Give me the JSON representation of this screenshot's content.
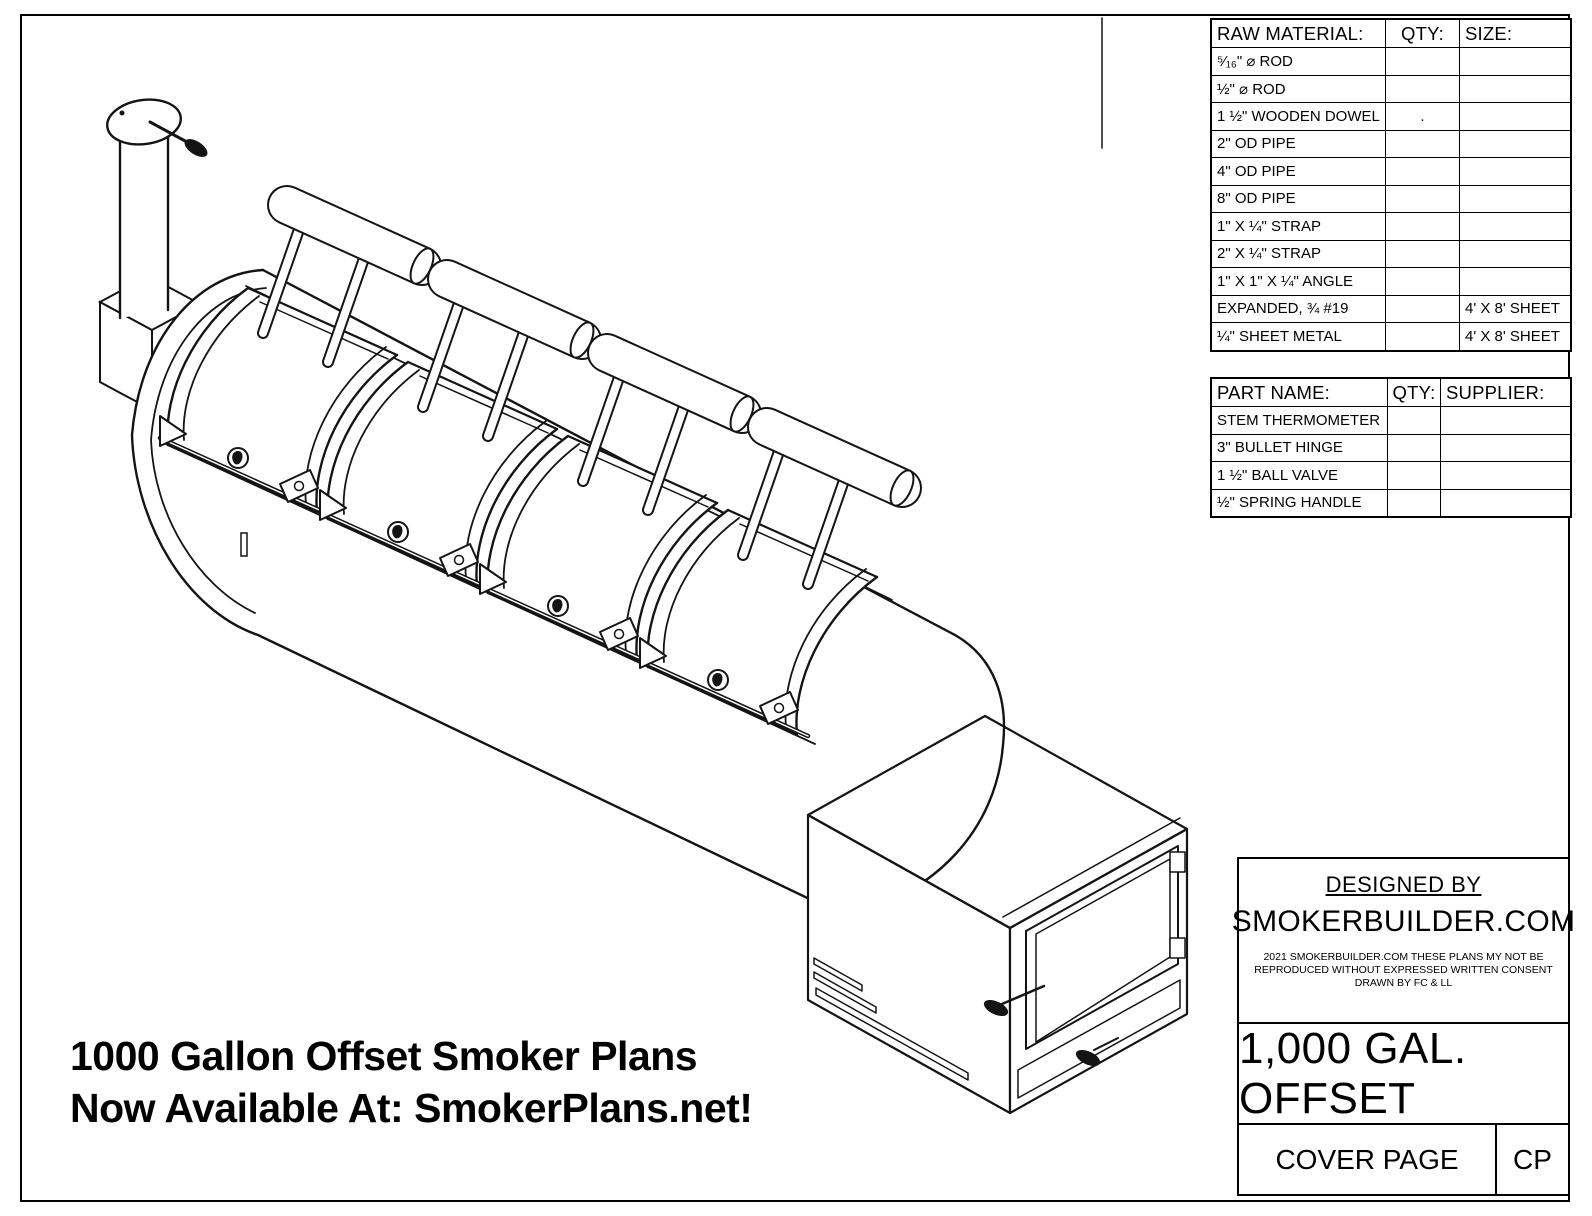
{
  "colors": {
    "line": "#141414",
    "background": "#ffffff"
  },
  "banner": {
    "line1": "1000 Gallon Offset Smoker Plans",
    "line2": "Now Available At: SmokerPlans.net!"
  },
  "raw_material_table": {
    "headers": [
      "RAW MATERIAL:",
      "QTY:",
      "SIZE:"
    ],
    "rows": [
      {
        "name": "⁵⁄₁₆\" ⌀ ROD",
        "qty": "",
        "size": ""
      },
      {
        "name": "½\" ⌀ ROD",
        "qty": "",
        "size": ""
      },
      {
        "name": "1 ½\" WOODEN DOWEL",
        "qty": ".",
        "size": ""
      },
      {
        "name": "2\" OD PIPE",
        "qty": "",
        "size": ""
      },
      {
        "name": "4\" OD PIPE",
        "qty": "",
        "size": ""
      },
      {
        "name": "8\" OD PIPE",
        "qty": "",
        "size": ""
      },
      {
        "name": "1\" X ¼\" STRAP",
        "qty": "",
        "size": ""
      },
      {
        "name": "2\" X ¼\" STRAP",
        "qty": "",
        "size": ""
      },
      {
        "name": "1\" X 1\" X ¼\" ANGLE",
        "qty": "",
        "size": ""
      },
      {
        "name": "EXPANDED, ¾ #19",
        "qty": "",
        "size": "4' X 8' SHEET"
      },
      {
        "name": "¼\" SHEET METAL",
        "qty": "",
        "size": "4' X 8' SHEET"
      }
    ]
  },
  "parts_table": {
    "headers": [
      "PART NAME:",
      "QTY:",
      "SUPPLIER:"
    ],
    "rows": [
      {
        "name": "STEM THERMOMETER",
        "qty": "",
        "supplier": ""
      },
      {
        "name": "3\" BULLET HINGE",
        "qty": "",
        "supplier": ""
      },
      {
        "name": "1 ½\" BALL VALVE",
        "qty": "",
        "supplier": ""
      },
      {
        "name": "½\" SPRING HANDLE",
        "qty": "",
        "supplier": ""
      }
    ]
  },
  "title_block": {
    "designed_by": "DESIGNED BY",
    "company": "SMOKERBUILDER.COM",
    "copyright_lines": [
      "2021 SMOKERBUILDER.COM THESE PLANS MY NOT BE",
      "REPRODUCED WITHOUT EXPRESSED WRITTEN CONSENT",
      "DRAWN BY FC & LL"
    ],
    "model": "1,000 GAL. OFFSET",
    "sheet_title": "COVER PAGE",
    "sheet_code": "CP"
  }
}
